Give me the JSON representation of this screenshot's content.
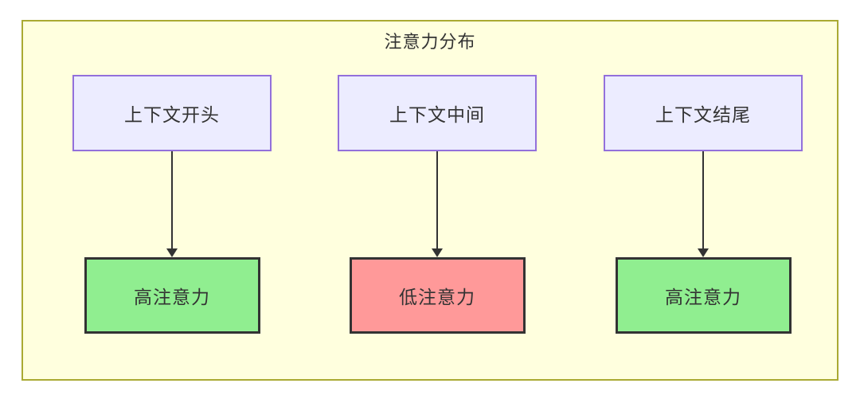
{
  "diagram": {
    "title": "注意力分布",
    "columns": [
      {
        "source": "上下文开头",
        "result": "高注意力",
        "level": "high"
      },
      {
        "source": "上下文中间",
        "result": "低注意力",
        "level": "low"
      },
      {
        "source": "上下文结尾",
        "result": "高注意力",
        "level": "high"
      }
    ]
  },
  "colors": {
    "container_bg": "#ffffde",
    "container_border": "#aaaa33",
    "source_fill": "#ECECFF",
    "source_border": "#9370DB",
    "high_fill": "#90EE90",
    "low_fill": "#ff9999",
    "result_border": "#333333",
    "arrow": "#333333",
    "text": "#333333"
  }
}
